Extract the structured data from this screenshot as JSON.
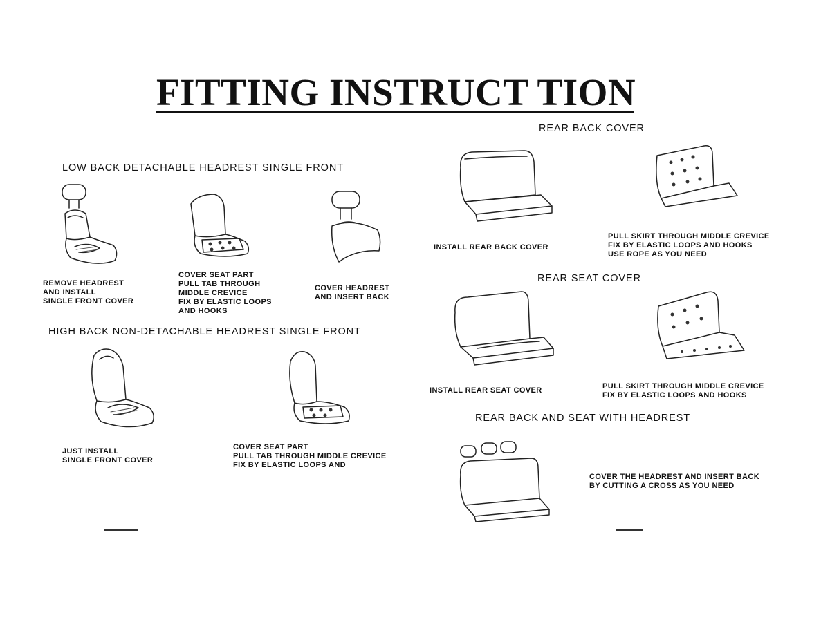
{
  "title": "FITTING INSTRUCT TION",
  "sections": {
    "low_back": {
      "heading": "LOW BACK DETACHABLE HEADREST SINGLE FRONT",
      "steps": [
        "REMOVE HEADREST\nAND INSTALL\nSINGLE FRONT COVER",
        "COVER SEAT PART\nPULL TAB THROUGH\nMIDDLE CREVICE\nFIX BY ELASTIC LOOPS\nAND HOOKS",
        "COVER HEADREST\nAND INSERT BACK"
      ]
    },
    "high_back": {
      "heading": "HIGH BACK NON-DETACHABLE HEADREST SINGLE FRONT",
      "steps": [
        "JUST INSTALL\nSINGLE FRONT COVER",
        "COVER SEAT PART\nPULL TAB THROUGH MIDDLE CREVICE\nFIX BY ELASTIC LOOPS AND"
      ]
    },
    "rear_back": {
      "heading": "REAR BACK COVER",
      "steps": [
        "INSTALL REAR BACK COVER",
        "PULL SKIRT THROUGH MIDDLE CREVICE\nFIX BY ELASTIC LOOPS AND HOOKS\nUSE ROPE AS YOU NEED"
      ]
    },
    "rear_seat": {
      "heading": "REAR SEAT COVER",
      "steps": [
        "INSTALL REAR SEAT COVER",
        "PULL SKIRT THROUGH MIDDLE CREVICE\nFIX BY ELASTIC LOOPS AND HOOKS"
      ]
    },
    "rear_headrest": {
      "heading": "REAR BACK AND SEAT WITH HEADREST",
      "steps": [
        "COVER THE HEADREST AND INSERT BACK\nBY CUTTING A CROSS AS YOU NEED"
      ]
    }
  },
  "icons": [
    "single-seat-with-headrest-icon",
    "seat-underside-hooks-icon",
    "headrest-backrest-icon",
    "high-back-seat-icon",
    "high-back-underside-icon",
    "rear-bench-icon",
    "rear-back-underside-icon",
    "rear-bench-seat-icon",
    "rear-seat-underside-icon",
    "rear-bench-headrests-icon"
  ]
}
